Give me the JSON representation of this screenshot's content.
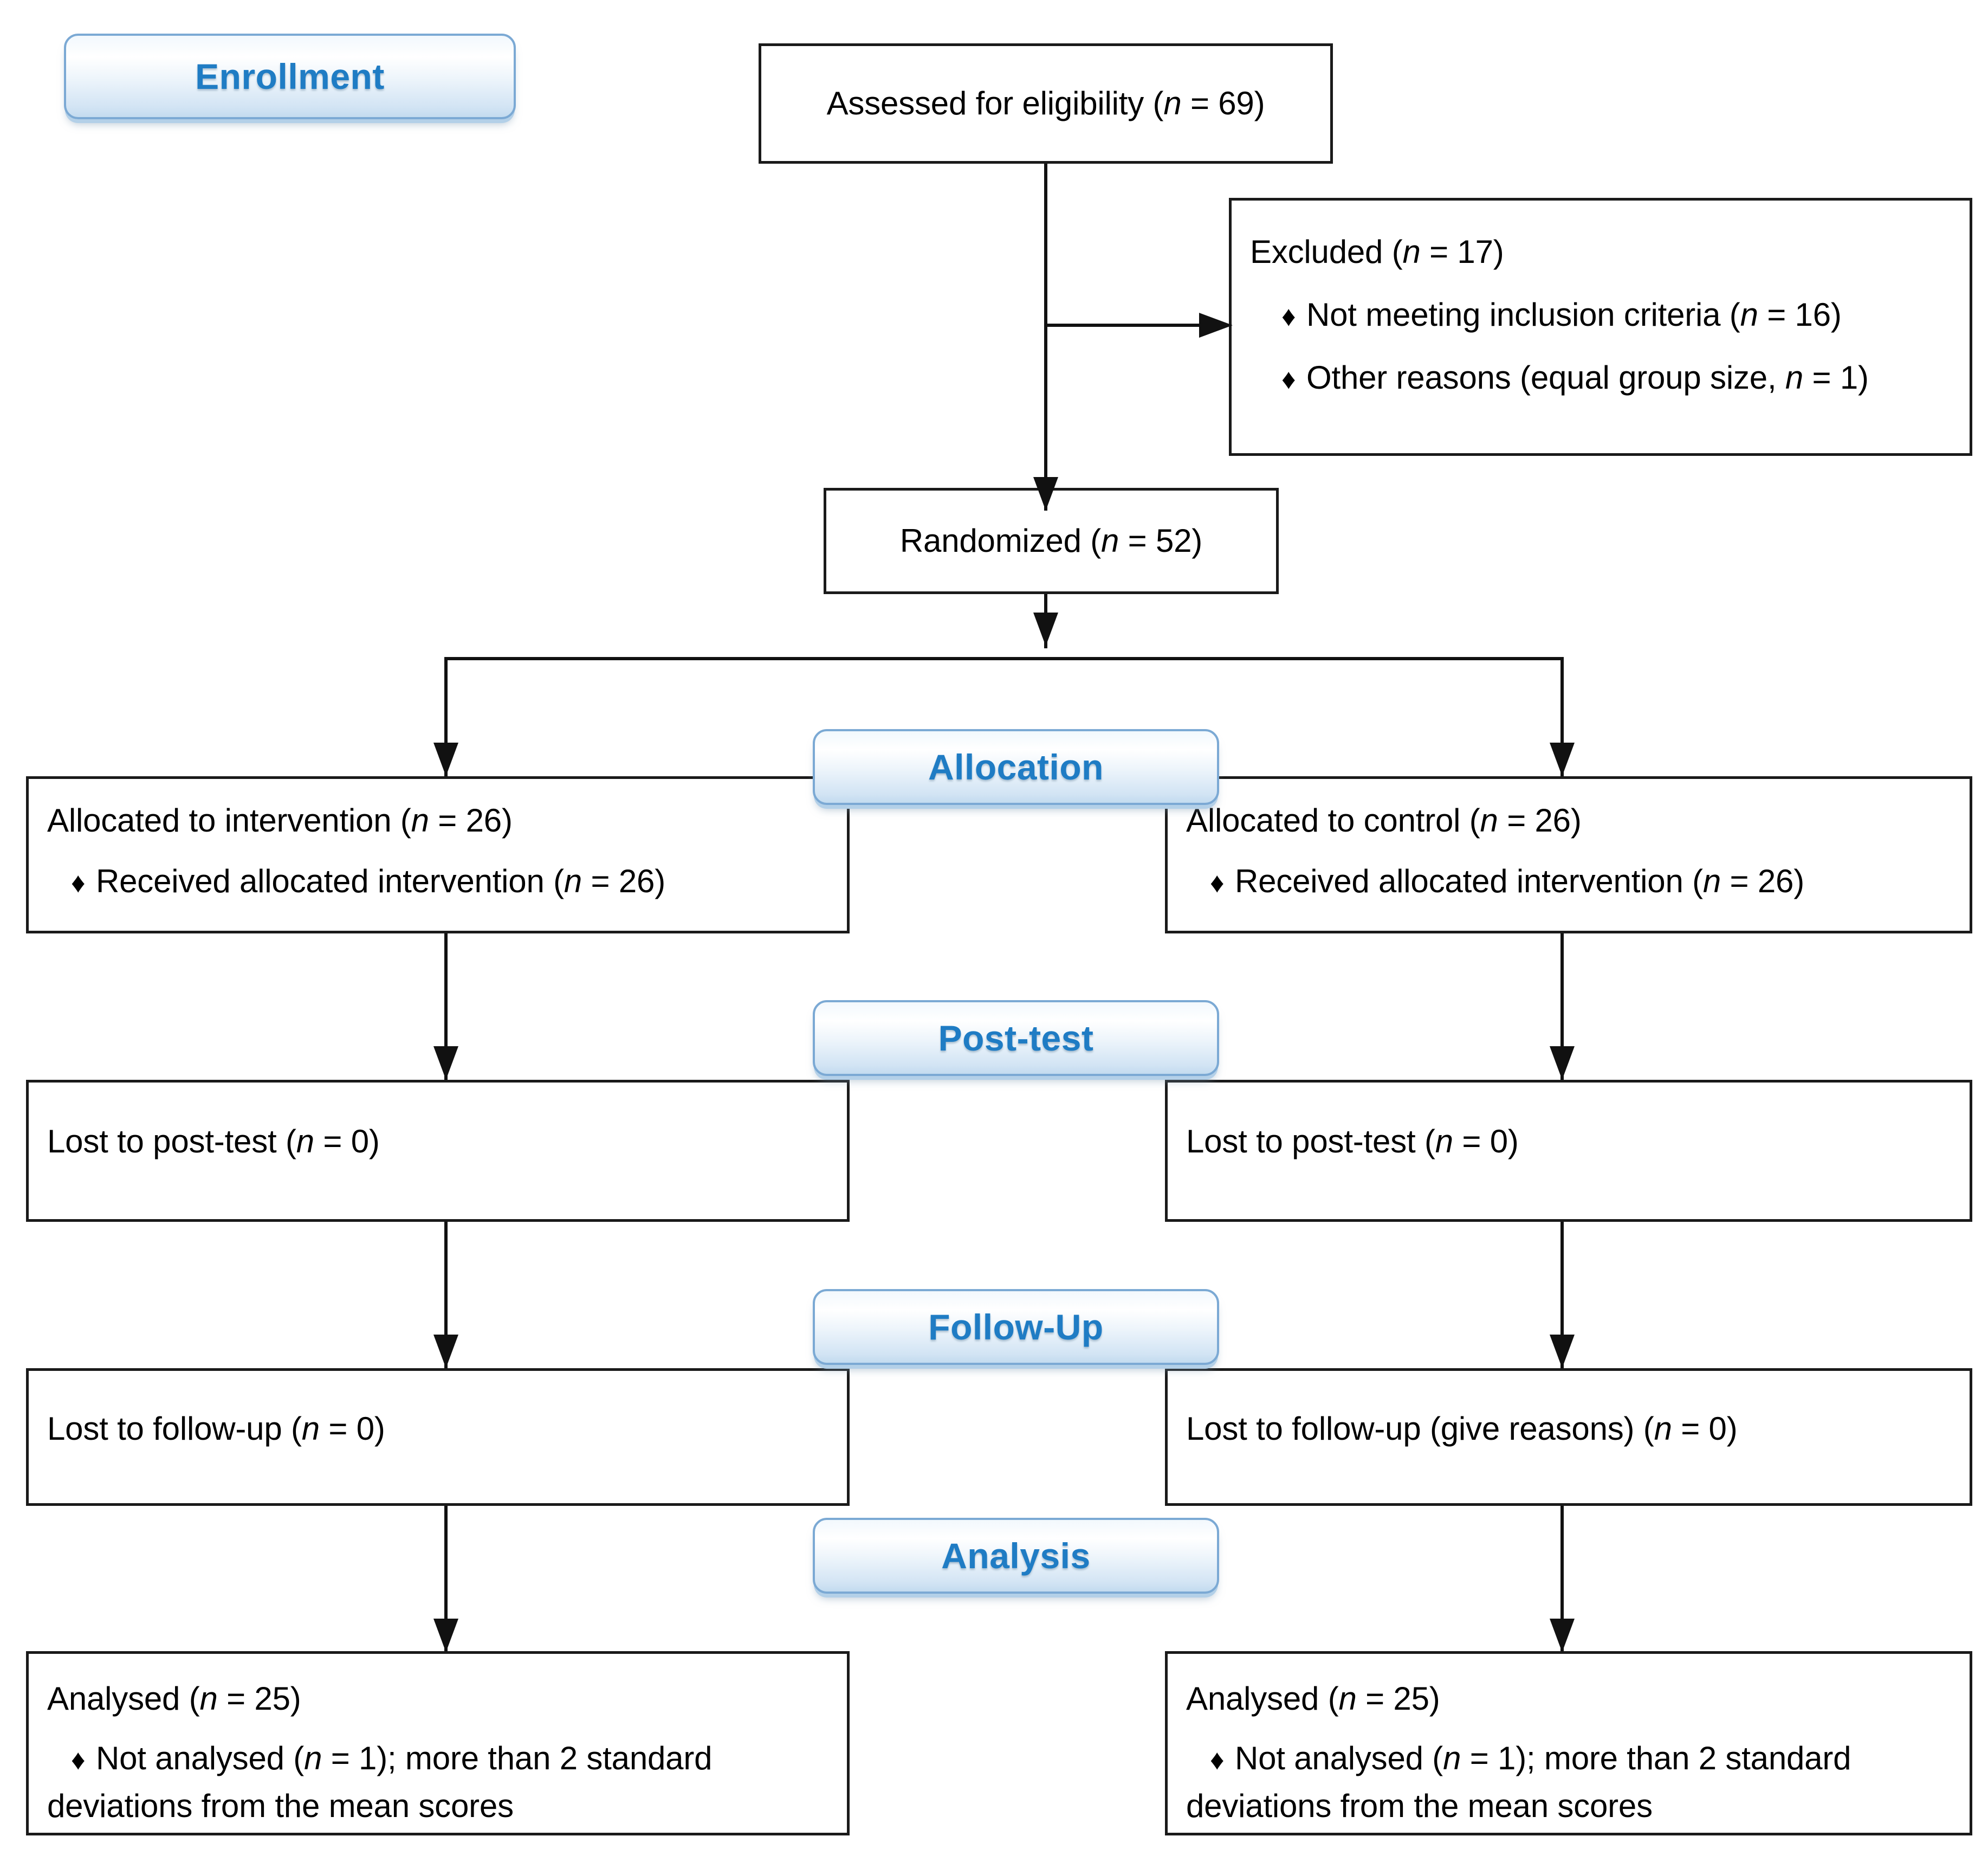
{
  "diagram": {
    "title": "CONSORT participant flow diagram",
    "accent_color": "#1f7cc4",
    "badge_border_color": "#7ba9d4",
    "line_color": "#111111"
  },
  "stages": {
    "enrollment": "Enrollment",
    "allocation": "Allocation",
    "posttest": "Post-test",
    "followup": "Follow-Up",
    "analysis": "Analysis"
  },
  "enrollment": {
    "assessed": "Assessed for eligibility (n = 69)",
    "assessed_parts": {
      "pre": "Assessed for eligibility (",
      "n": "n",
      "post": " = 69)"
    },
    "excluded_heading_pre": "Excluded (",
    "excluded_heading_n": "n",
    "excluded_heading_post": " = 17)",
    "excluded_items": [
      {
        "pre": "Not meeting inclusion criteria (",
        "n": "n",
        "post": " = 16)"
      },
      {
        "pre": "Other reasons (equal group size, ",
        "n": "n",
        "post": " = 1)"
      }
    ],
    "randomized_pre": "Randomized (",
    "randomized_n": "n",
    "randomized_post": " = 52)"
  },
  "allocation": {
    "left_heading_pre": "Allocated to intervention (",
    "left_heading_n": "n",
    "left_heading_post": " = 26)",
    "left_item_pre": "Received allocated intervention (",
    "left_item_n": "n",
    "left_item_post": " = 26)",
    "right_heading_pre": "Allocated to control (",
    "right_heading_n": "n",
    "right_heading_post": " = 26)",
    "right_item_pre": "Received allocated intervention (",
    "right_item_n": "n",
    "right_item_post": " = 26)"
  },
  "posttest": {
    "left_pre": "Lost to post-test (",
    "left_n": "n",
    "left_post": " = 0)",
    "right_pre": "Lost to post-test (",
    "right_n": "n",
    "right_post": " = 0)"
  },
  "followup": {
    "left_pre": "Lost to follow-up (",
    "left_n": "n",
    "left_post": " = 0)",
    "right_pre": "Lost to follow-up (give reasons) (",
    "right_n": "n",
    "right_post": " = 0)"
  },
  "analysis": {
    "left_heading_pre": "Analysed (",
    "left_heading_n": "n",
    "left_heading_post": " = 25)",
    "left_item_a_pre": "Not analysed (",
    "left_item_a_n": "n",
    "left_item_a_post": " = 1); more than 2 standard",
    "left_item_b": "deviations from the mean scores",
    "right_heading_pre": "Analysed (",
    "right_heading_n": "n",
    "right_heading_post": " = 25)",
    "right_item_a_pre": "Not analysed (",
    "right_item_a_n": "n",
    "right_item_a_post": " = 1); more than 2 standard",
    "right_item_b": "deviations from the mean scores"
  },
  "symbols": {
    "bullet": "♦"
  }
}
